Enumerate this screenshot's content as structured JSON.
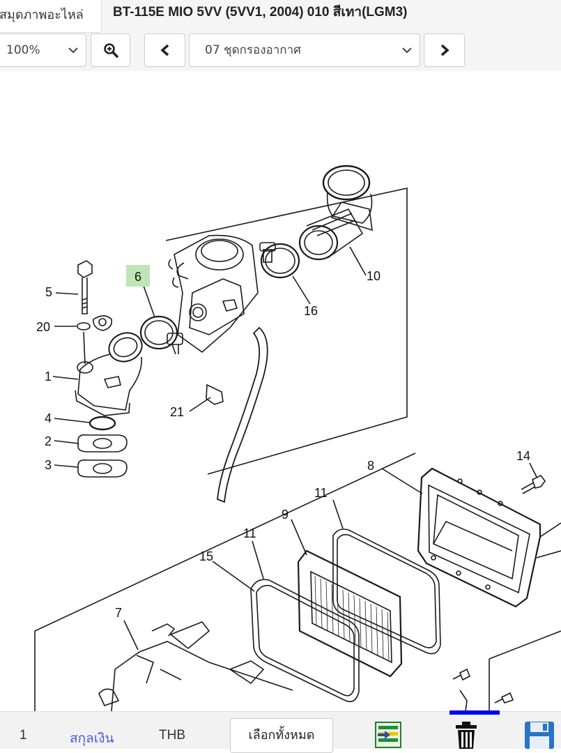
{
  "header": {
    "tab_label": "สมุดภาพอะไหล่",
    "title": "BT-115E MIO 5VV (5VV1, 2004) 010 สีเทา(LGM3)"
  },
  "controls": {
    "zoom_value": "100%",
    "section_value": "07 ชุดกรองอากาศ"
  },
  "diagram": {
    "highlight_color": "#bde5b6",
    "labels": {
      "p1": "1",
      "p2": "2",
      "p3": "3",
      "p4": "4",
      "p5": "5",
      "p6": "6",
      "p7": "7",
      "p8": "8",
      "p9": "9",
      "p10": "10",
      "p11a": "11",
      "p11b": "11",
      "p14": "14",
      "p15": "15",
      "p16": "16",
      "p20": "20",
      "p21": "21"
    }
  },
  "footer": {
    "quantity": "1",
    "currency_label": "สกุลเงิน",
    "currency_value": "THB",
    "select_all_label": "เลือกทั้งหมด"
  }
}
